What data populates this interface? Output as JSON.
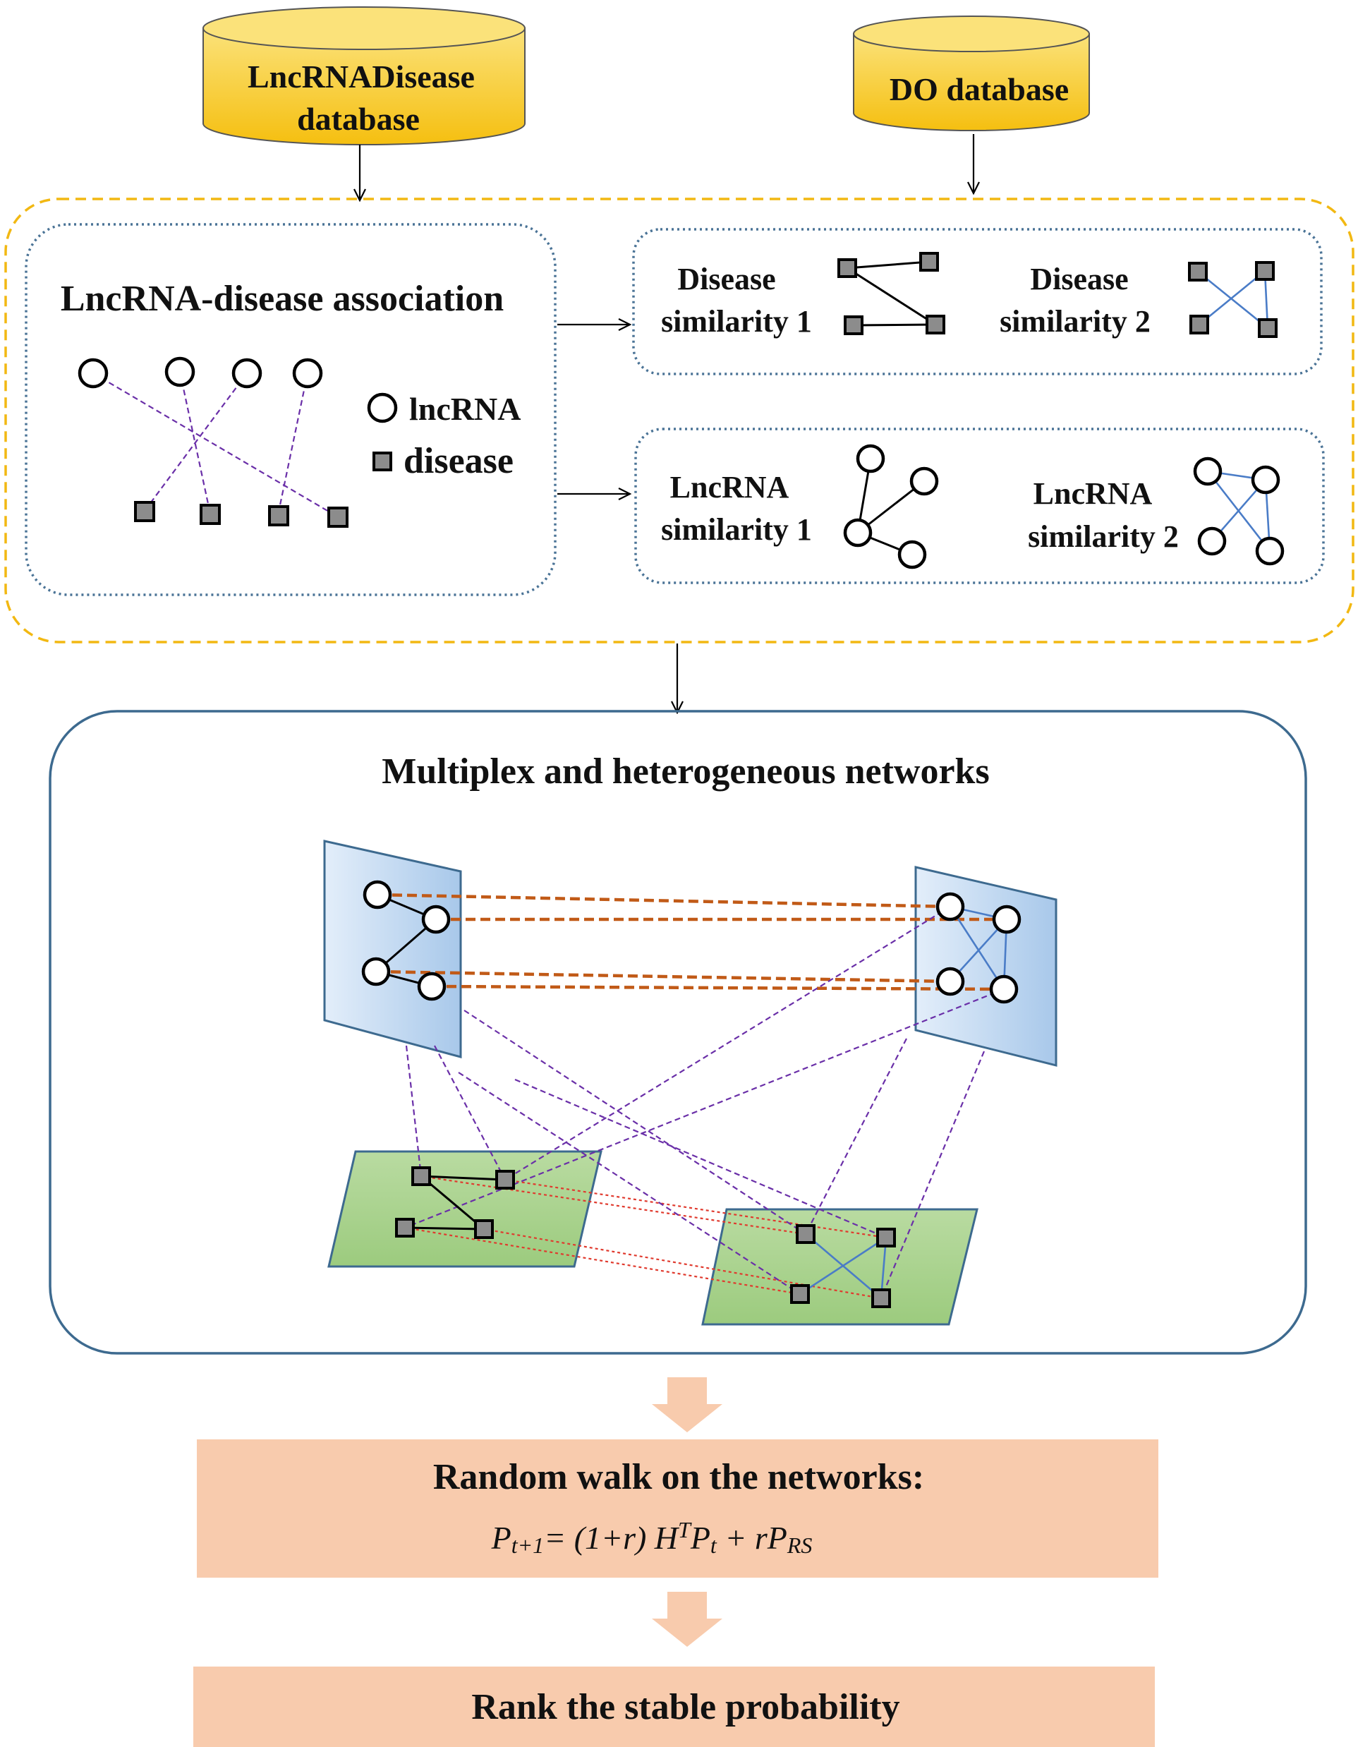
{
  "databases": {
    "lncrnadisease_line1": "LncRNADisease",
    "lncrnadisease_line2": "database",
    "do": "DO database"
  },
  "association": {
    "title": "LncRNA-disease association",
    "legend_lncrna": "lncRNA",
    "legend_disease": "disease"
  },
  "similarity": {
    "disease1_line1": "Disease",
    "disease1_line2": "similarity 1",
    "disease2_line1": "Disease",
    "disease2_line2": "similarity 2",
    "lncrna1_line1": "LncRNA",
    "lncrna1_line2": "similarity 1",
    "lncrna2_line1": "LncRNA",
    "lncrna2_line2": "similarity 2"
  },
  "network": {
    "title": "Multiplex and heterogeneous networks"
  },
  "random_walk": {
    "title": "Random walk on the networks:",
    "formula_p": "P",
    "formula_sub1": "t+1",
    "formula_mid": "= (1+r) H",
    "formula_sup": "T",
    "formula_p2": "P",
    "formula_sub2": "t",
    "formula_plus": " + rP",
    "formula_sub3": "RS"
  },
  "rank": {
    "title": "Rank the stable probability"
  },
  "colors": {
    "database_fill": "#f6c518",
    "database_top": "#fbe27a",
    "yellow_border": "#f2b812",
    "dotted_border": "#4a7396",
    "network_border": "#3d6a8f",
    "lncrna_layer": "#c6dcf2",
    "disease_layer": "#a9d18e",
    "process_box": "#f8cbad",
    "process_arrow": "#f8cbad"
  }
}
